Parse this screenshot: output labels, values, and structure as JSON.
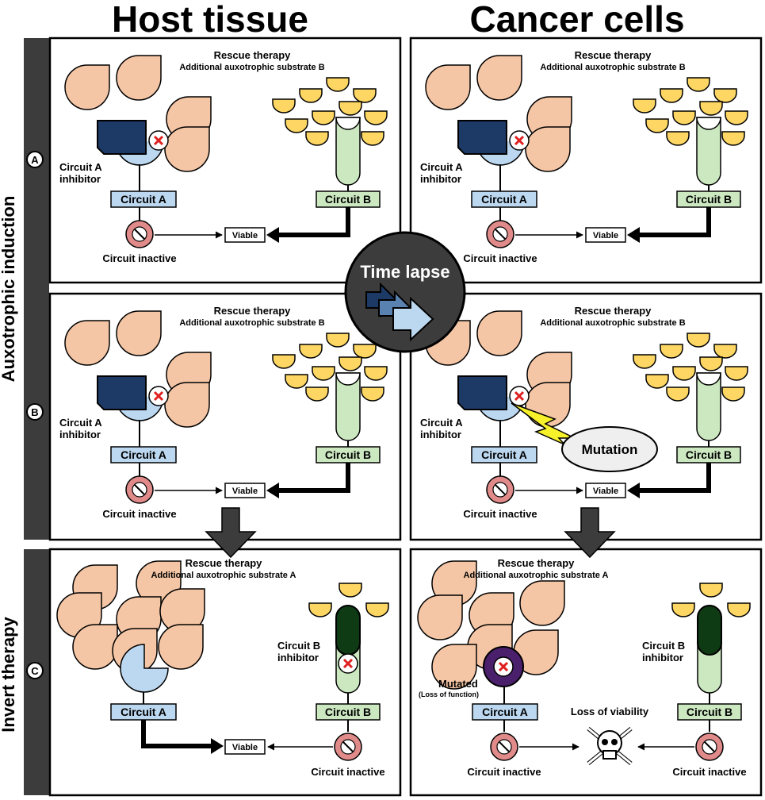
{
  "headers": {
    "host": "Host tissue",
    "cancer": "Cancer cells"
  },
  "side": {
    "top": "Auxotrophic induction",
    "bottom": "Invert therapy",
    "markers": [
      "A",
      "B",
      "C"
    ]
  },
  "labels": {
    "rescue": "Rescue therapy",
    "substrate_b": "Additional auxotrophic substrate B",
    "substrate_a": "Additional auxotrophic substrate A",
    "circuit_a": "Circuit A",
    "circuit_b": "Circuit B",
    "inhibitor_a_l1": "Circuit A",
    "inhibitor_a_l2": "inhibitor",
    "inhibitor_b_l1": "Circuit B",
    "inhibitor_b_l2": "inhibitor",
    "viable": "Viable",
    "inactive": "Circuit inactive",
    "mutation": "Mutation",
    "mutated_l1": "Mutated",
    "mutated_l2": "(Loss of function)",
    "loss": "Loss of viability"
  },
  "center": {
    "title": "Time lapse"
  },
  "colors": {
    "peach": "#f5c6a5",
    "yellow": "#fdd663",
    "inhibitor_a": "#1d3a66",
    "inhibitor_b": "#0e3a14",
    "circuit_a": "#bcd8f0",
    "circuit_b": "#cce8c0",
    "inactive": "#e08a8a",
    "mutated": "#4a1f6b",
    "sidebar": "#3c3c3c"
  }
}
